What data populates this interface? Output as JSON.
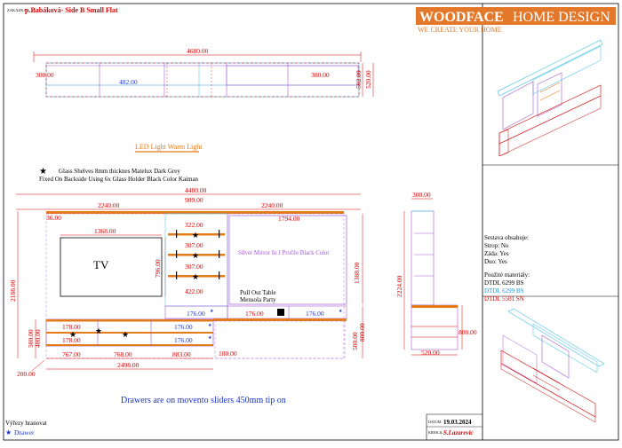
{
  "header": {
    "zakazka_label": "ZAKÁZKA:",
    "title": "p.Babáková- Side B Small Flat",
    "brand_woodface": "WOODFACE",
    "brand_home_design": "HOME DESIGN",
    "tagline": "WE CREATE YOUR HOME"
  },
  "top_view": {
    "total_width": "4680.00",
    "left_depth": "300.00",
    "right_depth": "300.00",
    "mid_depth": "482.00",
    "height_a": "502.00",
    "height_b": "520.00"
  },
  "notes": {
    "led": "LED Light Warm Light",
    "glass_line1": "Glass Shelves 8mm thicknes Matelux Dark Grey",
    "glass_line2": "Fixed On Backside Using 6x Glass Holder Black Color Kaiman",
    "drawers": "Drawers are on movento sliders 450mm tip on",
    "mirror": "Silver Mirror In J Profile Black Color",
    "pull_out_1": "Pull Out Table",
    "pull_out_2": "Mensola Party",
    "tv": "TV"
  },
  "front_view": {
    "total_width": "4480.00",
    "left_section": "2240.00",
    "right_section": "2240.00",
    "shelf_width": "909.00",
    "mirror_width": "1794.00",
    "edge_gap": "36.00",
    "tv_width": "1368.00",
    "tv_height": "796.00",
    "total_height": "2188.00",
    "mirror_height": "1388.00",
    "shelf_322": "322.00",
    "shelf_307a": "307.00",
    "shelf_307b": "307.00",
    "shelf_422": "422.00",
    "drawer_176a": "176.00",
    "drawer_176b": "176.00",
    "drawer_176c": "176.00",
    "drawer_176d": "176.00",
    "drawer_176e": "176.00",
    "drawer_178a": "178.00",
    "drawer_178b": "178.00",
    "low_h_580": "580.00",
    "low_h_400": "400.00",
    "right_h_800": "800.00",
    "right_h_580": "580.00",
    "w_767": "767.00",
    "w_768": "768.00",
    "w_883": "883.00",
    "w_180": "180.00",
    "w_2498": "2498.00",
    "plinth_200": "200.00"
  },
  "side_view": {
    "depth_top": "300.00",
    "height": "2224.00",
    "counter_h": "800.00",
    "depth_bottom": "520.00"
  },
  "materials": {
    "contains_label": "Sestava obsahuje:",
    "straw": "Strop: No",
    "back": "Záda: Yes",
    "duo": "Duo: Yes",
    "used_label": "Použité materiály:",
    "mat1": "DTDL 6299 BS",
    "mat2": "DTDL 6299 BS",
    "mat3": "DTDL 5501 SN",
    "mat1_color": "#000000",
    "mat2_color": "#2a8fd6",
    "mat3_color": "#d40000"
  },
  "footer": {
    "cutouts": "Výřezy hranovat",
    "drawer_legend": "Drawer",
    "date_label": "DATUM:",
    "date": "19.03.2024",
    "author_label": "KRESLIL:",
    "author": "S.Lazarevic"
  },
  "colors": {
    "dim": "#d40000",
    "blue": "#1b34c9",
    "orange": "#e57b16",
    "purple": "#a25bd6",
    "cyan": "#5ec8e8",
    "brand_bg": "#e3782a"
  }
}
